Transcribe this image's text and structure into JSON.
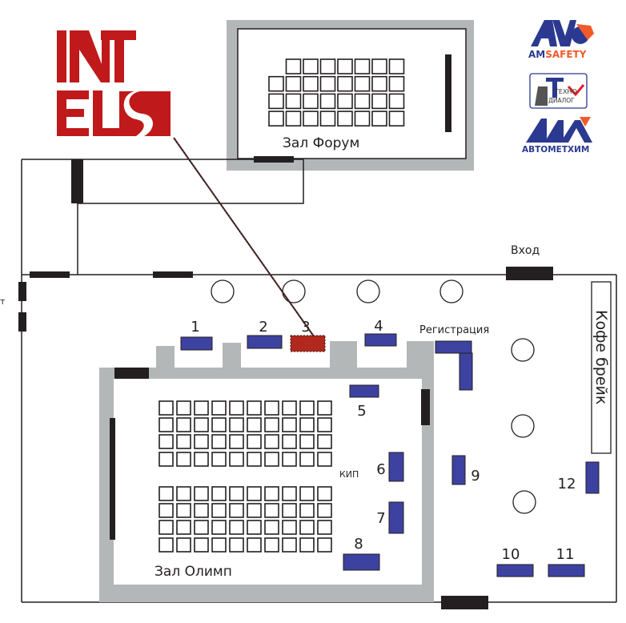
{
  "logos": {
    "intels": "INTELS",
    "amsafety": {
      "prefix": "AM",
      "suffix": "SAFETY"
    },
    "technodialog": {
      "line1": "ТЕХНО",
      "line2": "ДИАЛОГ"
    },
    "avtometkhim": "АВТОМЕТХИМ"
  },
  "halls": {
    "forum": "Зал Форум",
    "olymp": "Зал Олимп"
  },
  "labels": {
    "entrance": "Вход",
    "registration": "Регистрация",
    "coffee_break": "Кофе брейк",
    "kip": "КИП",
    "left_edge": "т"
  },
  "booths": [
    {
      "number": "1",
      "highlighted": false
    },
    {
      "number": "2",
      "highlighted": false
    },
    {
      "number": "3",
      "highlighted": true
    },
    {
      "number": "4",
      "highlighted": false
    },
    {
      "number": "5",
      "highlighted": false
    },
    {
      "number": "6",
      "highlighted": false
    },
    {
      "number": "7",
      "highlighted": false
    },
    {
      "number": "8",
      "highlighted": false
    },
    {
      "number": "9",
      "highlighted": false
    },
    {
      "number": "10",
      "highlighted": false
    },
    {
      "number": "11",
      "highlighted": false
    },
    {
      "number": "12",
      "highlighted": false
    }
  ],
  "colors": {
    "booth": "#3d42a0",
    "highlight_booth": "#b0281e",
    "intels_red": "#c0191b",
    "wall_gray": "#b4b7b8",
    "logo_blue": "#2b3990",
    "logo_orange": "#f15a29"
  }
}
